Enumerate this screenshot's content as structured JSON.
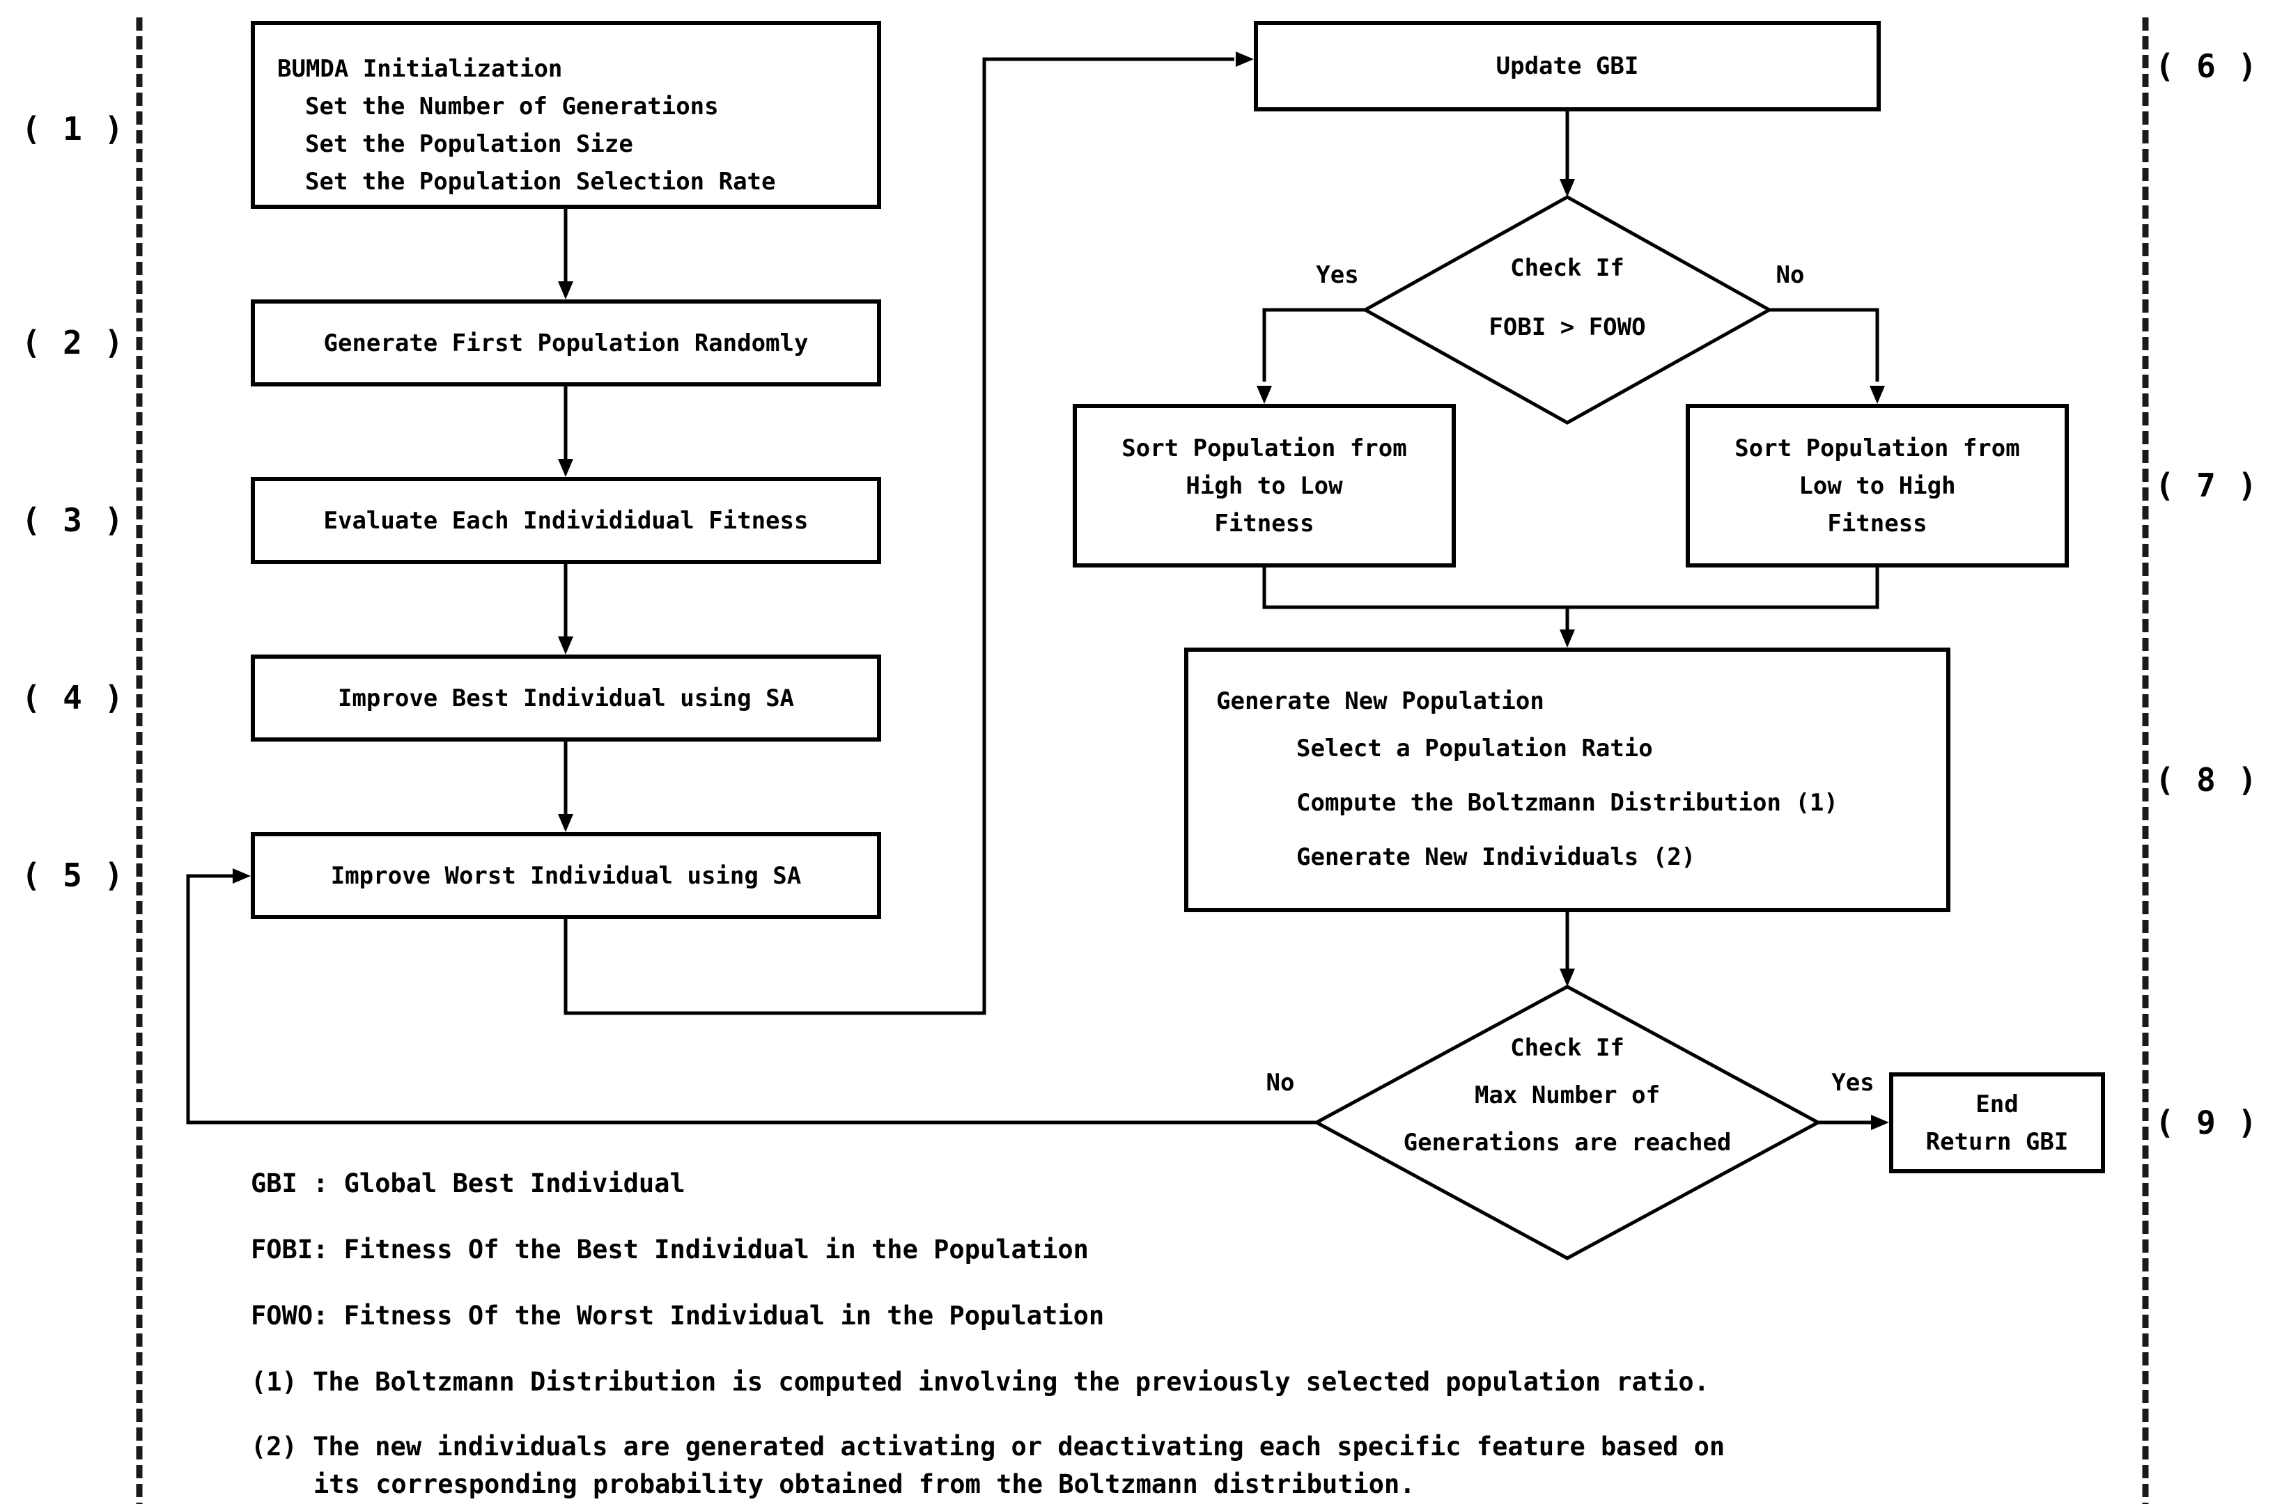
{
  "flowchart": {
    "left_step_labels": [
      "( 1 )",
      "( 2 )",
      "( 3 )",
      "( 4 )",
      "( 5 )"
    ],
    "right_step_labels": [
      "( 6 )",
      "( 7 )",
      "( 8 )",
      "( 9 )"
    ],
    "nodes": {
      "bumda_init": {
        "title": "BUMDA Initialization",
        "items": [
          "Set the Number of Generations",
          "Set the Population Size",
          "Set the Population Selection Rate"
        ]
      },
      "generate_first_population": "Generate First Population Randomly",
      "evaluate_fitness": "Evaluate Each Individidual Fitness",
      "improve_best": "Improve Best Individual using SA",
      "improve_worst": "Improve Worst Individual using SA",
      "update_gbi": "Update GBI",
      "check_fobi_fowo": {
        "lines": [
          "Check If",
          "FOBI > FOWO"
        ]
      },
      "sort_high_to_low": {
        "lines": [
          "Sort Population from",
          "High to Low",
          "Fitness"
        ]
      },
      "sort_low_to_high": {
        "lines": [
          "Sort Population from",
          "Low to High",
          "Fitness"
        ]
      },
      "generate_new_population": {
        "title": "Generate New Population",
        "items": [
          "Select a Population Ratio",
          "Compute the Boltzmann Distribution (1)",
          "Generate New Individuals (2)"
        ]
      },
      "check_max_generations": {
        "lines": [
          "Check If",
          "Max Number of",
          "Generations are reached"
        ]
      },
      "end_return": {
        "lines": [
          "End",
          "Return GBI"
        ]
      }
    },
    "branch_labels": {
      "fobi_yes": "Yes",
      "fobi_no": "No",
      "max_no": "No",
      "max_yes": "Yes"
    },
    "legend": [
      "GBI : Global Best Individual",
      "FOBI: Fitness Of the Best Individual in the Population",
      "FOWO: Fitness Of the Worst Individual in the Population"
    ],
    "footnotes": [
      "(1) The Boltzmann Distribution is computed involving the previously selected population ratio.",
      "(2) The new individuals are generated activating or deactivating each specific feature based on",
      "its corresponding probability obtained from the Boltzmann distribution."
    ],
    "colors": {
      "ink": "#000000",
      "dash": "#1a1a1a",
      "background": "#ffffff"
    }
  }
}
